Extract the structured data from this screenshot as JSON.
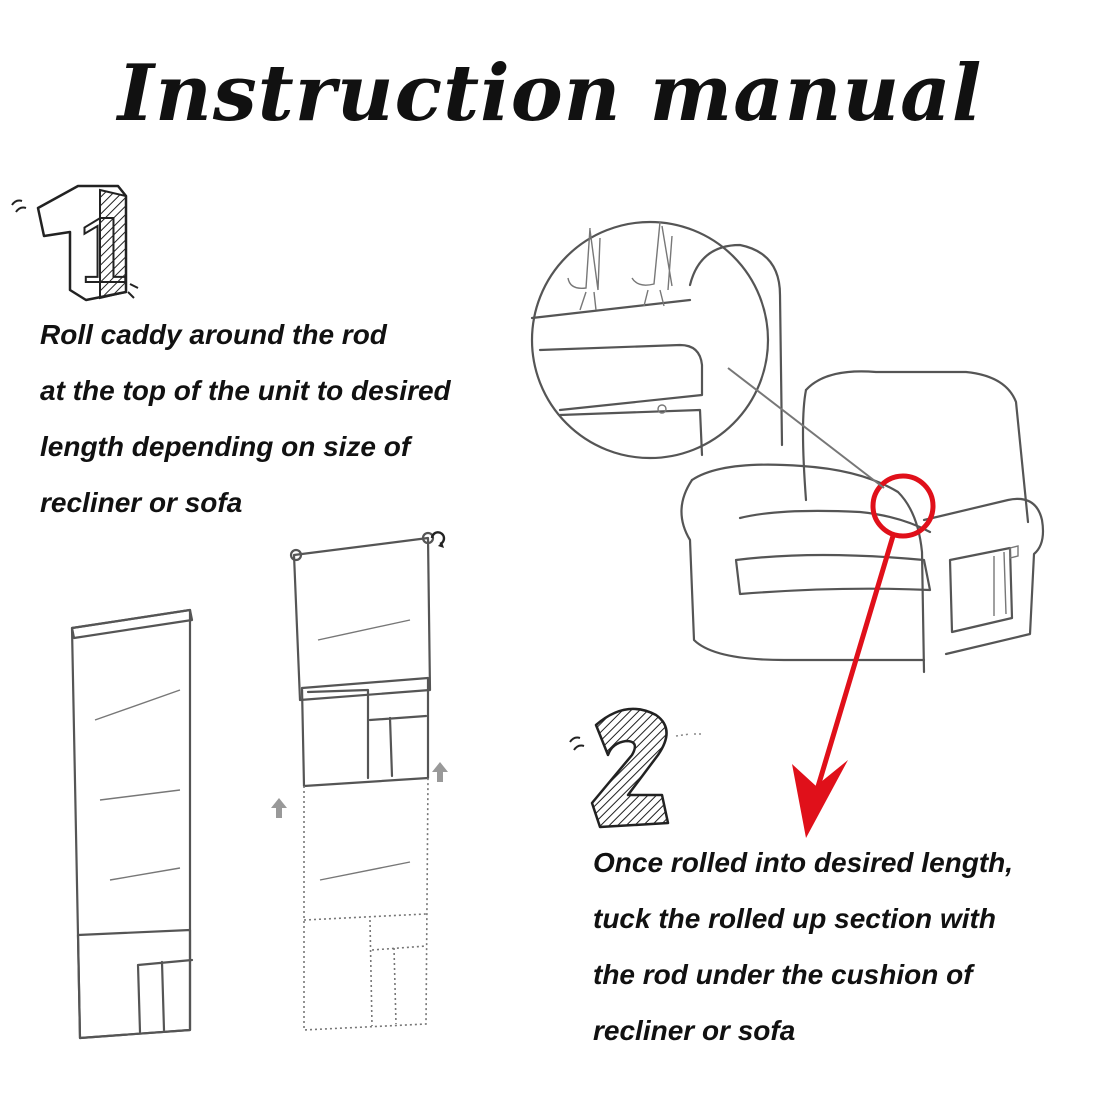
{
  "title": "Instruction manual",
  "step1": {
    "number": "1",
    "lines": [
      "Roll caddy around the rod",
      "at the top of the unit to desired",
      "length depending on size of",
      "recliner or sofa"
    ]
  },
  "step2": {
    "number": "2",
    "lines": [
      "Once rolled into desired length,",
      "tuck the rolled up section with",
      "the rod under the cushion of",
      "recliner or sofa"
    ]
  },
  "colors": {
    "text": "#111111",
    "line_art": "#555555",
    "highlight": "#e0101a"
  },
  "icons": [
    "number-one-icon",
    "number-two-icon",
    "arrow-up-icon",
    "rotate-icon",
    "hands-icon"
  ]
}
